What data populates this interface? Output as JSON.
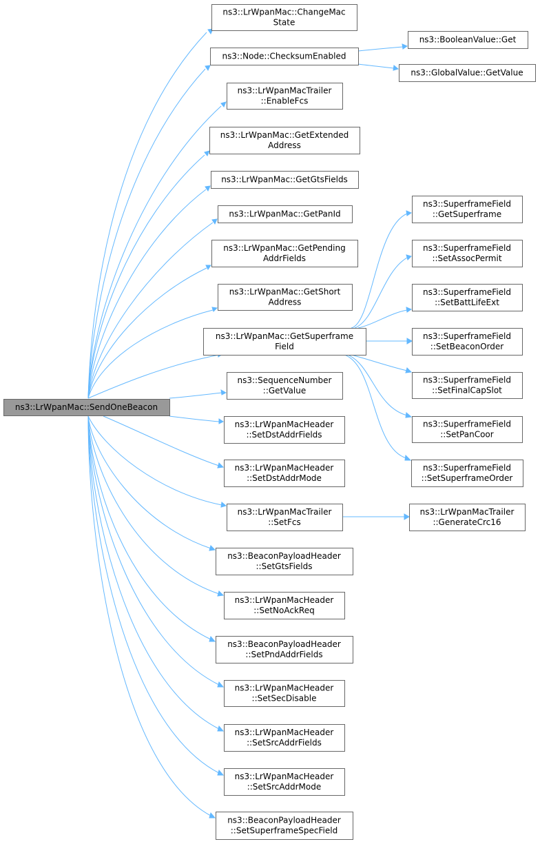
{
  "colors": {
    "edge": "#63b8ff",
    "node_border": "#666666",
    "root_fill": "#999999",
    "node_fill": "#ffffff"
  },
  "nodes": {
    "root": [
      "ns3::LrWpanMac::SendOneBeacon"
    ],
    "changemac": [
      "ns3::LrWpanMac::ChangeMac",
      "State"
    ],
    "checksum": [
      "ns3::Node::ChecksumEnabled"
    ],
    "boolget": [
      "ns3::BooleanValue::Get"
    ],
    "globalget": [
      "ns3::GlobalValue::GetValue"
    ],
    "enablefcs": [
      "ns3::LrWpanMacTrailer",
      "::EnableFcs"
    ],
    "getext": [
      "ns3::LrWpanMac::GetExtended",
      "Address"
    ],
    "getgts": [
      "ns3::LrWpanMac::GetGtsFields"
    ],
    "getpanid": [
      "ns3::LrWpanMac::GetPanId"
    ],
    "getpending": [
      "ns3::LrWpanMac::GetPending",
      "AddrFields"
    ],
    "getshort": [
      "ns3::LrWpanMac::GetShort",
      "Address"
    ],
    "getsf": [
      "ns3::LrWpanMac::GetSuperframe",
      "Field"
    ],
    "sf_getsuper": [
      "ns3::SuperframeField",
      "::GetSuperframe"
    ],
    "sf_assoc": [
      "ns3::SuperframeField",
      "::SetAssocPermit"
    ],
    "sf_batt": [
      "ns3::SuperframeField",
      "::SetBattLifeExt"
    ],
    "sf_beacon": [
      "ns3::SuperframeField",
      "::SetBeaconOrder"
    ],
    "sf_finalcap": [
      "ns3::SuperframeField",
      "::SetFinalCapSlot"
    ],
    "sf_pancoor": [
      "ns3::SuperframeField",
      "::SetPanCoor"
    ],
    "sf_sforder": [
      "ns3::SuperframeField",
      "::SetSuperframeOrder"
    ],
    "seqget": [
      "ns3::SequenceNumber",
      "::GetValue"
    ],
    "setdstfields": [
      "ns3::LrWpanMacHeader",
      "::SetDstAddrFields"
    ],
    "setdstmode": [
      "ns3::LrWpanMacHeader",
      "::SetDstAddrMode"
    ],
    "setfcs": [
      "ns3::LrWpanMacTrailer",
      "::SetFcs"
    ],
    "gencrc": [
      "ns3::LrWpanMacTrailer",
      "::GenerateCrc16"
    ],
    "bp_gts": [
      "ns3::BeaconPayloadHeader",
      "::SetGtsFields"
    ],
    "setnoack": [
      "ns3::LrWpanMacHeader",
      "::SetNoAckReq"
    ],
    "bp_pnd": [
      "ns3::BeaconPayloadHeader",
      "::SetPndAddrFields"
    ],
    "setsecdis": [
      "ns3::LrWpanMacHeader",
      "::SetSecDisable"
    ],
    "setsrcfields": [
      "ns3::LrWpanMacHeader",
      "::SetSrcAddrFields"
    ],
    "setsrcmode": [
      "ns3::LrWpanMacHeader",
      "::SetSrcAddrMode"
    ],
    "bp_sfspec": [
      "ns3::BeaconPayloadHeader",
      "::SetSuperframeSpecField"
    ]
  }
}
